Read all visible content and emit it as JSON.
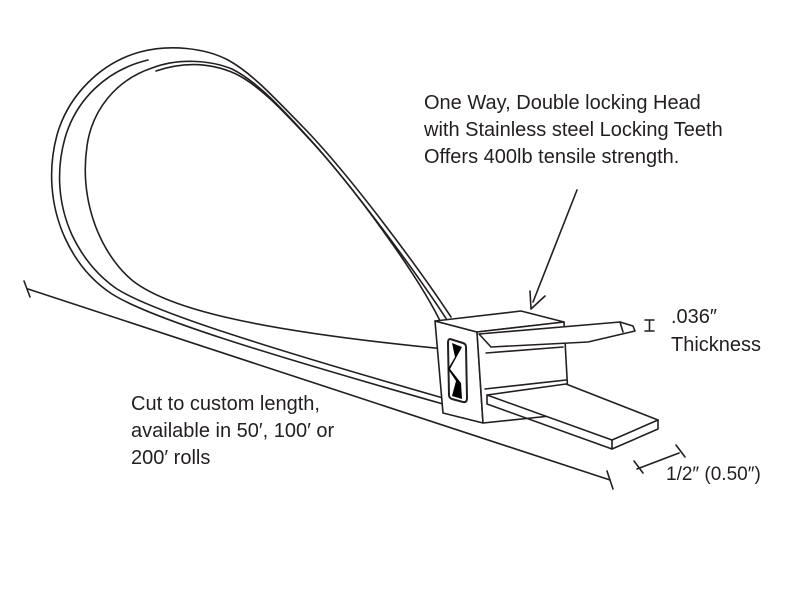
{
  "diagram": {
    "subject": "one-way double locking cable tie technical illustration",
    "head_note": {
      "line1": "One Way, Double locking Head",
      "line2": "with Stainless steel Locking Teeth",
      "line3": "Offers 400lb tensile strength."
    },
    "thickness_note": {
      "value": ".036″",
      "label": "Thickness"
    },
    "length_note": {
      "line1": "Cut to custom length,",
      "line2": "available in 50′, 100′ or",
      "line3": "200′ rolls"
    },
    "width_note": {
      "value": "1/2″ (0.50″)"
    },
    "colors": {
      "line": "#231f20",
      "background": "#ffffff",
      "locking_teeth_fill": "#000000"
    }
  }
}
